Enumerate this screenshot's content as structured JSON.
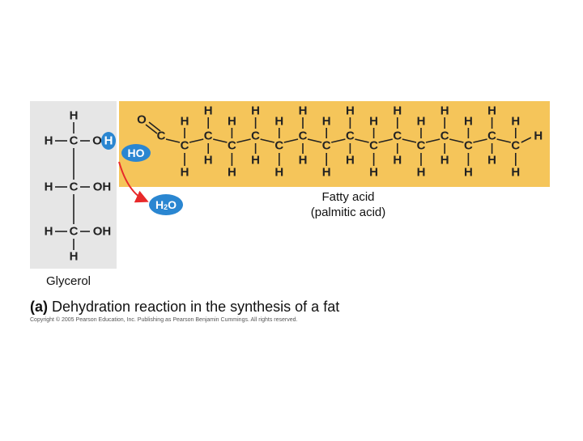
{
  "colors": {
    "glycerol_bg": "#e6e6e6",
    "fatty_acid_bg": "#f5c55a",
    "bubble": "#2a86d1",
    "arrow": "#e8292a",
    "text": "#222222"
  },
  "atoms": {
    "H": "H",
    "C": "C",
    "O": "O",
    "OH": "OH",
    "HO": "HO",
    "H2O_main": "H",
    "H2O_sub": "2",
    "H2O_tail": "O"
  },
  "labels": {
    "glycerol": "Glycerol",
    "fatty_acid_line1": "Fatty acid",
    "fatty_acid_line2": "(palmitic acid)",
    "caption_letter": "(a)",
    "caption_text": " Dehydration reaction in the synthesis of a fat",
    "copyright": "Copyright © 2005 Pearson Education, Inc. Publishing as Pearson Benjamin Cummings. All rights reserved."
  }
}
